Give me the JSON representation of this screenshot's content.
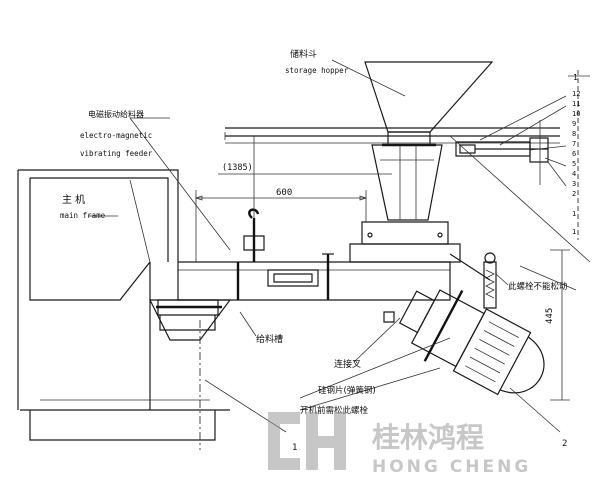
{
  "labels": {
    "hopper_cn": "储料斗",
    "hopper_en": "storage hopper",
    "feeder_cn": "电磁振动给料器",
    "feeder_en_1": "electro-magnetic",
    "feeder_en_2": "vibrating feeder",
    "main_cn": "主 机",
    "main_en": "main frame",
    "dim_1385": "(1385)",
    "dim_600": "600",
    "dim_445": "445",
    "trough": "给料槽",
    "yoke": "连接叉",
    "spring": "硅钢片(弹簧钢)",
    "bolt_loose": "开机前需松此螺栓",
    "bolt_fixed": "此螺栓不能松动",
    "callout_1": "1",
    "callout_2": "2"
  },
  "scale_numbers": [
    "1",
    "12",
    "11",
    "10",
    "9",
    "8",
    "7",
    "6",
    "5",
    "4",
    "3",
    "2",
    "1",
    "1"
  ],
  "watermark": {
    "cn": "桂林鸿程",
    "en": "HONG CHENG",
    "logo": "CH"
  }
}
